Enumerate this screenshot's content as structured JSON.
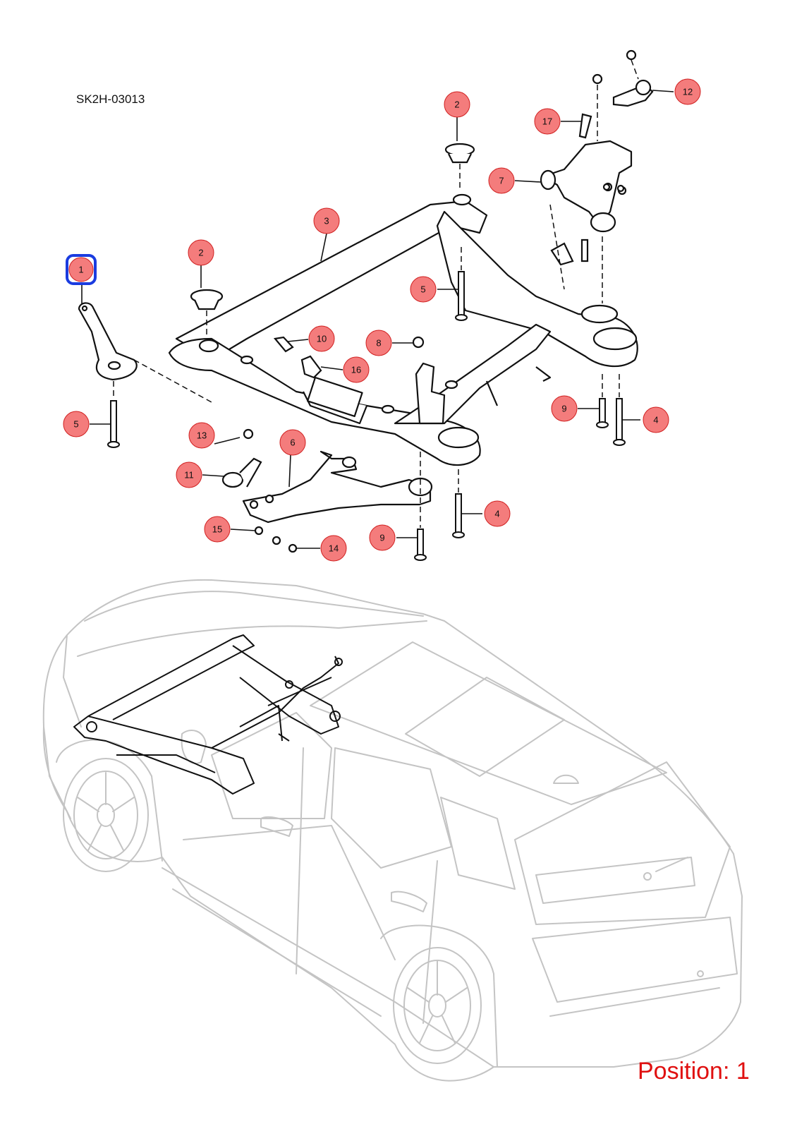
{
  "diagram": {
    "code": "SK2H-03013",
    "position_label": "Position: 1",
    "selected_callout": "1",
    "colors": {
      "callout_fill": "#f47c7c",
      "callout_stroke": "#d02020",
      "selected_outline": "#1a3ce0",
      "position_text": "#e01010",
      "vehicle_outline": "#c4c4c4",
      "part_outline": "#111111"
    }
  },
  "callouts": [
    {
      "id": "c1",
      "label": "1"
    },
    {
      "id": "c2a",
      "label": "2"
    },
    {
      "id": "c2b",
      "label": "2"
    },
    {
      "id": "c3",
      "label": "3"
    },
    {
      "id": "c4a",
      "label": "4"
    },
    {
      "id": "c4b",
      "label": "4"
    },
    {
      "id": "c5a",
      "label": "5"
    },
    {
      "id": "c5b",
      "label": "5"
    },
    {
      "id": "c6",
      "label": "6"
    },
    {
      "id": "c7",
      "label": "7"
    },
    {
      "id": "c8",
      "label": "8"
    },
    {
      "id": "c9a",
      "label": "9"
    },
    {
      "id": "c9b",
      "label": "9"
    },
    {
      "id": "c10",
      "label": "10"
    },
    {
      "id": "c11",
      "label": "11"
    },
    {
      "id": "c12",
      "label": "12"
    },
    {
      "id": "c13",
      "label": "13"
    },
    {
      "id": "c14",
      "label": "14"
    },
    {
      "id": "c15",
      "label": "15"
    },
    {
      "id": "c16",
      "label": "16"
    },
    {
      "id": "c17",
      "label": "17"
    }
  ]
}
